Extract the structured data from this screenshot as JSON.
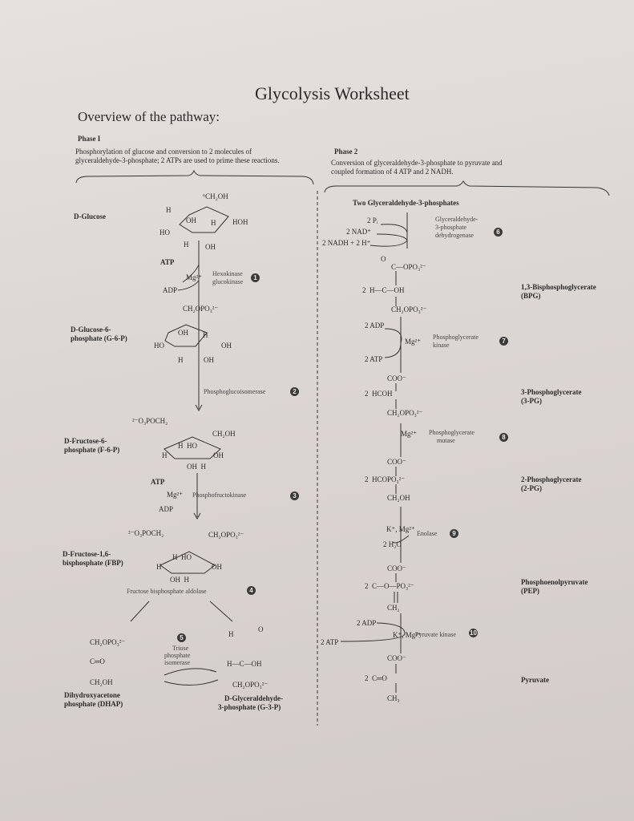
{
  "title": "Glycolysis Worksheet",
  "subtitle": "Overview of the pathway:",
  "phase1": {
    "heading": "Phase I",
    "desc1": "Phosphorylation of glucose and conversion to 2 molecules of",
    "desc2": "glyceraldehyde-3-phosphate; 2 ATPs are used to prime these reactions."
  },
  "phase2": {
    "heading": "Phase 2",
    "desc1": "Conversion of glyceraldehyde-3-phosphate to pyruvate and",
    "desc2": "coupled formation of 4 ATP and 2 NADH.",
    "start": "Two Glyceraldehyde-3-phosphates"
  },
  "metabolites": {
    "glucose": "D-Glucose",
    "g6p1": "D-Glucose-6-",
    "g6p2": "phosphate (G-6-P)",
    "f6p1": "D-Fructose-6-",
    "f6p2": "phosphate (F-6-P)",
    "fbp1": "D-Fructose-1,6-",
    "fbp2": "bisphosphate (FBP)",
    "dhap1": "Dihydroxyacetone",
    "dhap2": "phosphate (DHAP)",
    "g3p1": "D-Glyceraldehyde-",
    "g3p2": "3-phosphate (G-3-P)",
    "bpg1": "1,3-Bisphosphoglycerate",
    "bpg2": "(BPG)",
    "pg3a": "3-Phosphoglycerate",
    "pg3b": "(3-PG)",
    "pg2a": "2-Phosphoglycerate",
    "pg2b": "(2-PG)",
    "pep1": "Phosphoenolpyruvate",
    "pep2": "(PEP)",
    "pyr": "Pyruvate"
  },
  "enzymes": {
    "e1a": "Hexokinase",
    "e1b": "glucokinase",
    "n1": "1",
    "e2": "Phosphoglucoisomerase",
    "n2": "2",
    "e3": "Phosphofructokinase",
    "n3": "3",
    "e4": "Fructose bisphosphate aldolase",
    "n4": "4",
    "e5a": "Triose",
    "e5b": "phosphate",
    "e5c": "isomerase",
    "n5": "5",
    "e6a": "Glyceraldehyde-",
    "e6b": "3-phosphate",
    "e6c": "dehydrogenase",
    "n6": "6",
    "e7a": "Phosphoglycerate",
    "e7b": "kinase",
    "n7": "7",
    "e8a": "Phosphoglycerate",
    "e8b": "mutase",
    "n8": "8",
    "e9": "Enolase",
    "n9": "9",
    "e10": "Pyruvate kinase",
    "n10": "10"
  },
  "cofactors": {
    "atp": "ATP",
    "adp": "ADP",
    "mg": "Mg²⁺",
    "pi": "2 Pᵢ",
    "nad": "2 NAD⁺",
    "nadh": "2 NADH + 2 H⁺",
    "adp2": "2 ADP",
    "atp2": "2 ATP",
    "kmg": "K⁺, Mg²⁺",
    "h2o": "2 H₂O"
  },
  "structures": {
    "glc": [
      "⁶CH₂OH",
      "H",
      "H",
      "OH",
      "H",
      "HOH",
      "HO",
      "H",
      "OH"
    ],
    "g6p": [
      "CH₂OPO₃²⁻",
      "H",
      "OH",
      "H",
      "H",
      "OH",
      "HO",
      "H",
      "OH"
    ],
    "f6p": [
      "²⁻O₃POCH₂",
      "CH₂OH",
      "H  HO",
      "H",
      "OH",
      "OH  H"
    ],
    "fbp": [
      "²⁻O₃POCH₂",
      "CH₂OPO₃²⁻",
      "H  HO",
      "H",
      "OH",
      "OH  H"
    ],
    "dhap": [
      "CH₂OPO₃²⁻",
      "C═O",
      "CH₂OH"
    ],
    "g3p": [
      "H",
      "O",
      "H—C—OH",
      "CH₂OPO₃²⁻"
    ],
    "bpg": [
      "O",
      "C—OPO₃²⁻",
      "2  H—C—OH",
      "CH₂OPO₃²⁻"
    ],
    "pg3": [
      "COO⁻",
      "2  HCOH",
      "CH₂OPO₃²⁻"
    ],
    "pg2": [
      "COO⁻",
      "2  HCOPO₃²⁻",
      "CH₂OH"
    ],
    "pep": [
      "COO⁻",
      "2  C—O—PO₃²⁻",
      "CH₂"
    ],
    "pyr": [
      "COO⁻",
      "2  C═O",
      "CH₃"
    ]
  }
}
